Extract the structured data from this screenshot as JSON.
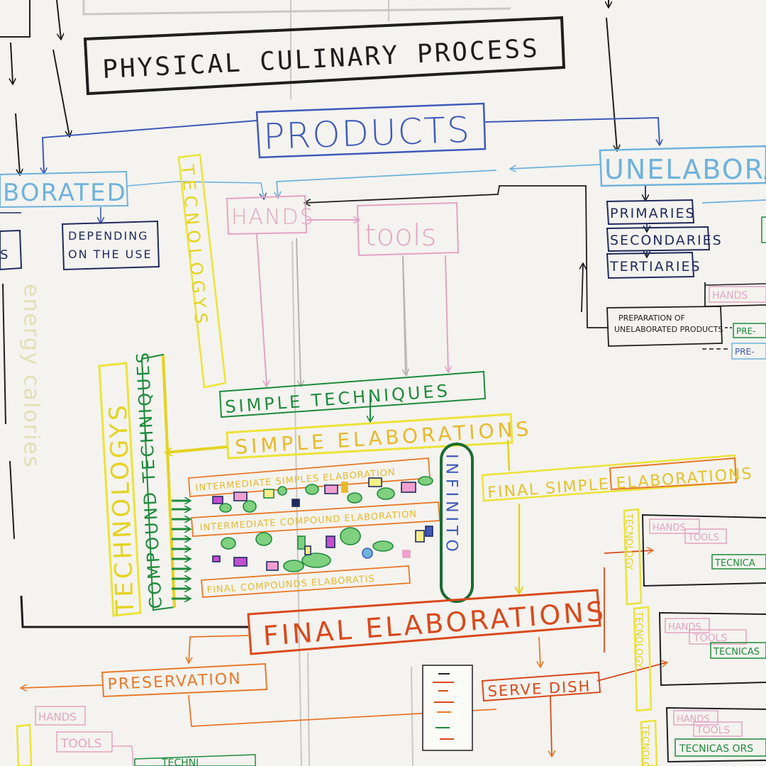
{
  "diagram": {
    "title": "PHYSICAL CULINARY PROCESS",
    "products": "PRODUCTS",
    "elaborated": "BORATED",
    "unelaborated": "UNELABORA",
    "depending_line1": "DEPENDING",
    "depending_line2": "ON THE USE",
    "left_cut": "S",
    "primaries": "PRIMARIES",
    "secondaries": "SECONDARIES",
    "tertiaries": "TERTIARIES",
    "preparation_line1": "PREPARATION OF",
    "preparation_line2": "UNELABORATED PRODUCTS",
    "hands_small_right": "HANDS",
    "pre_1": "PRE-",
    "pre_2": "PRE-",
    "technologys_vertical": "TECNOLOGYS",
    "energy_vertical": "energy calories",
    "hands": "HANDS",
    "tools": "tools",
    "simple_techniques": "SIMPLE TECHNIQUES",
    "simple_elaborations": "SIMPLE ELABORATIONS",
    "final_simple_elaborations": "FINAL SIMPLE ELABORATIONS",
    "technologys_left": "TECHNOLOGYS",
    "compound_techniques": "COMPOUND TECHNIQUES",
    "intermediate_simples": "INTERMEDIATE SIMPLES ELABORATION",
    "intermediate_compound": "INTERMEDIATE COMPOUND ELABORATION",
    "final_compounds": "FINAL COMPOUNDS ELABORATIS",
    "infinito": "INFINITO",
    "final_elaborations": "FINAL ELABORATIONS",
    "preservation": "PRESERVATION",
    "serve_dish": "SERVE DISH",
    "right_group_1": {
      "hands": "HANDS",
      "tools": "TOOLS",
      "tecnicas": "TECNICA"
    },
    "right_group_2": {
      "hands": "HANDS",
      "tools": "TOOLS",
      "tecnicas": "TECNICAS"
    },
    "right_group_3": {
      "hands": "HANDS",
      "tools": "TOOLS",
      "tecnicas": "TECNICAS ORS"
    },
    "technology_small": "TECNOLOGY",
    "bottom_left": {
      "hands": "HANDS",
      "tools": "TOOLS",
      "tech": "TECHNI"
    },
    "colors": {
      "black": "#1e1e1e",
      "blue": "#3f5ab8",
      "light_blue": "#6fb2dc",
      "pink": "#e4a3c4",
      "yellow": "#ece338",
      "green": "#1f8a3c",
      "orange": "#e8782a",
      "red_orange": "#d9491c",
      "navy": "#1f2a5e",
      "gray": "#b5b5b0"
    }
  }
}
